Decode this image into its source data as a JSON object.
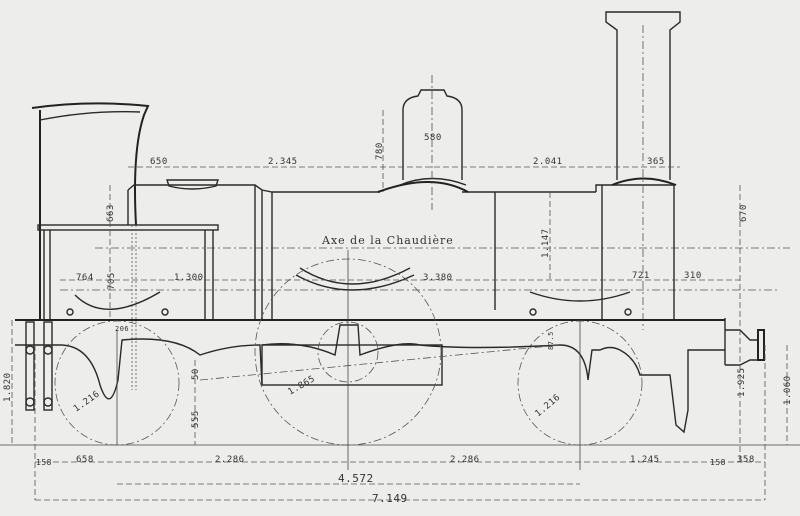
{
  "drawing": {
    "boiler_axis_label": "Axe de la Chaudière",
    "dimensions": {
      "cab_overhang": "650",
      "firebox_to_dome": "2.345",
      "dome_height": "780",
      "dome_diameter": "580",
      "dome_to_chimney": "2.041",
      "chimney_to_front": "365",
      "firebox_top": "663",
      "smokebox_height": "670",
      "boiler_radius": "1.147",
      "rear_offset": "764",
      "firebox_depth": "705",
      "firebox_length": "1.300",
      "boiler_length": "3.380",
      "smokebox_length": "721",
      "front_overhang_top": "310",
      "small_offset": "206",
      "eccentric": "87.5",
      "rear_height": "1.820",
      "rear_wheel_dia": "1.216",
      "frame_depth": "50",
      "frame_height": "555",
      "driving_wheel_dia": "1.865",
      "front_wheel_dia": "1.216",
      "buffer_height": "1.925",
      "buffer_center": "1.060",
      "rear_buffer": "158",
      "rear_to_axle": "658",
      "wheelbase_rear": "2.286",
      "wheelbase_front": "2.286",
      "front_to_end": "1.245",
      "front_buffer": "158",
      "buffer_length": "358",
      "total_wheelbase": "4.572",
      "total_length": "7.149"
    }
  }
}
